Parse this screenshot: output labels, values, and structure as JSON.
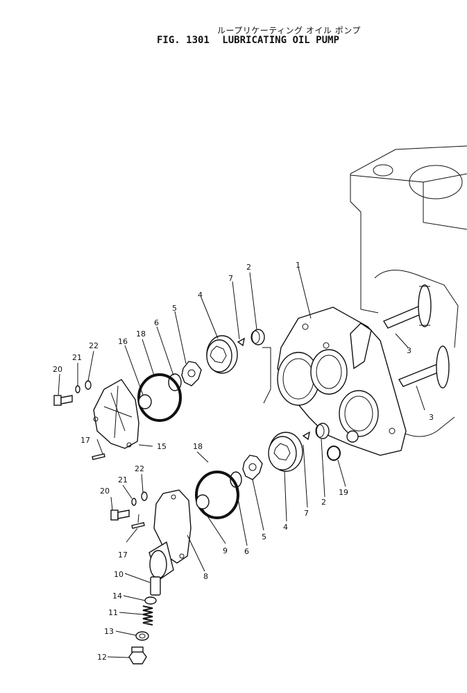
{
  "header": {
    "title_jp": "ループリケーティング オイル ポンプ",
    "fig_number": "FIG. 1301",
    "fig_name": "LUBRICATING OIL PUMP"
  },
  "callouts": {
    "c1": "1",
    "c2a": "2",
    "c2b": "2",
    "c3a": "3",
    "c3b": "3",
    "c4a": "4",
    "c4b": "4",
    "c5a": "5",
    "c5b": "5",
    "c6a": "6",
    "c6b": "6",
    "c7a": "7",
    "c7b": "7",
    "c8": "8",
    "c9": "9",
    "c10": "10",
    "c11": "11",
    "c12": "12",
    "c13": "13",
    "c14": "14",
    "c15": "15",
    "c16": "16",
    "c17a": "17",
    "c17b": "17",
    "c18a": "18",
    "c18b": "18",
    "c19": "19",
    "c20a": "20",
    "c20b": "20",
    "c21a": "21",
    "c21b": "21",
    "c22a": "22",
    "c22b": "22"
  }
}
